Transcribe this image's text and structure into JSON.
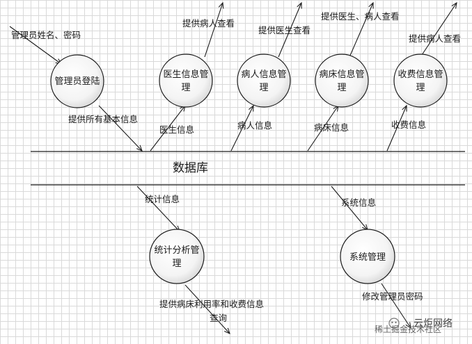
{
  "datastore": {
    "label": "数据库"
  },
  "processes": {
    "admin_login": {
      "line1": "管理员登陆",
      "line2": ""
    },
    "doctor_mgmt": {
      "line1": "医生信息管",
      "line2": "理"
    },
    "patient_mgmt": {
      "line1": "病人信息管",
      "line2": "理"
    },
    "bed_mgmt": {
      "line1": "病床信息管",
      "line2": "理"
    },
    "fee_mgmt": {
      "line1": "收费信息管",
      "line2": "理"
    },
    "stats_mgmt": {
      "line1": "统计分析管",
      "line2": "理"
    },
    "system_mgmt": {
      "line1": "系统管理",
      "line2": ""
    }
  },
  "flows": {
    "admin_input": "管理员姓名、密码",
    "admin_to_db": "提供所有基本信息",
    "doctor_info": "医生信息",
    "doctor_out": "提供病人查看",
    "patient_info": "病人信息",
    "patient_out": "提供医生查看",
    "bed_info": "病床信息",
    "bed_out": "提供医生、病人查看",
    "fee_info": "收费信息",
    "fee_out": "提供病人查看",
    "stats_info": "统计信息",
    "stats_out_line1": "提供病床利用率和收费信息",
    "stats_out_line2": "查询",
    "system_info": "系统信息",
    "system_out": "修改管理员密码"
  },
  "watermark": {
    "text": "云炬网络",
    "subtext": "稀土掘金技术社区"
  }
}
